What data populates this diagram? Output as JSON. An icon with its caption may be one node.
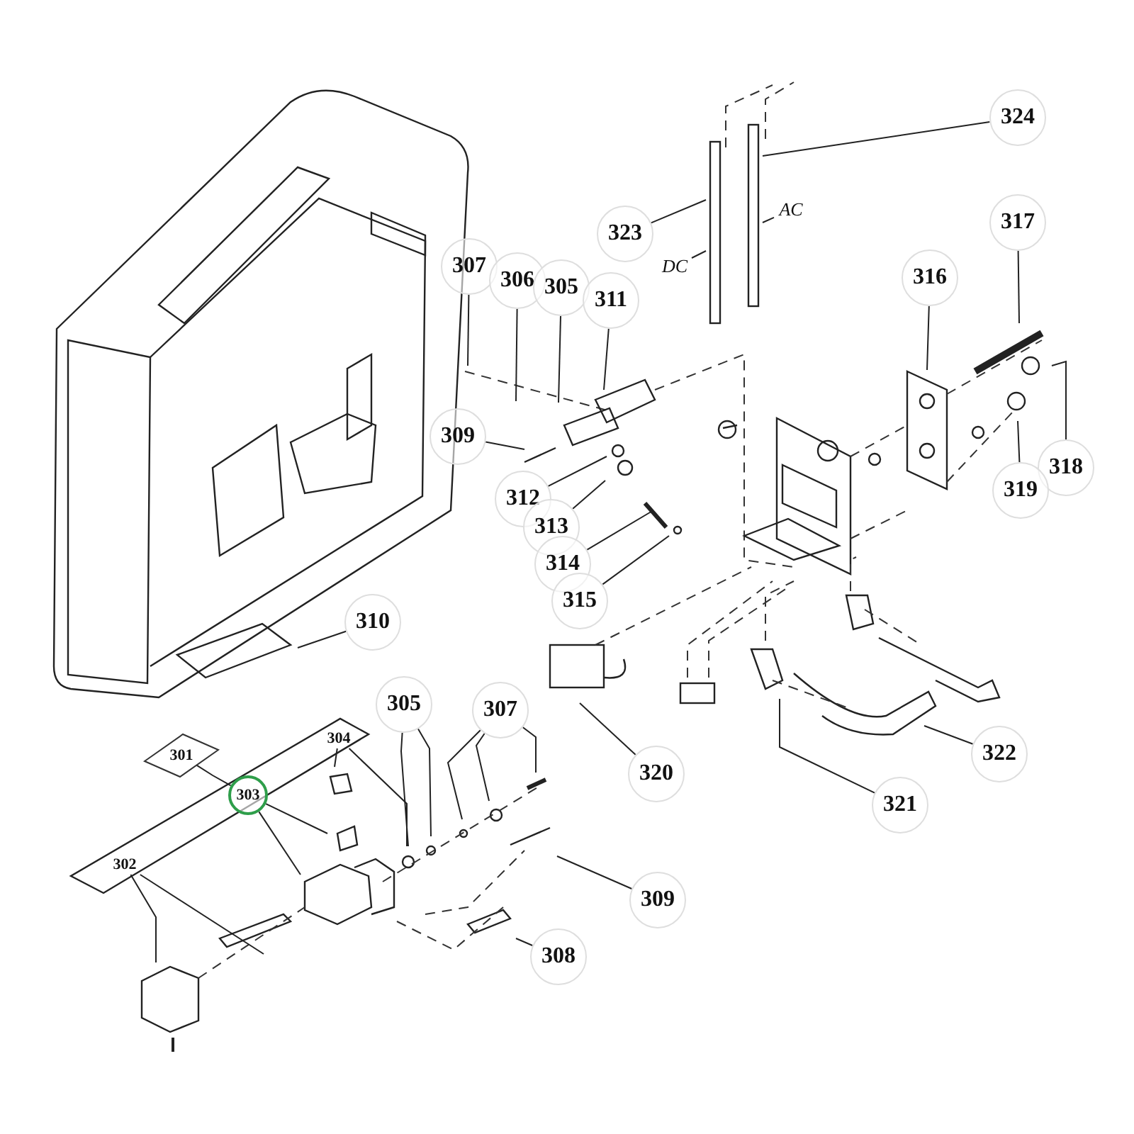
{
  "diagram": {
    "nodes": [
      {
        "text": [
          "324"
        ]
      },
      {
        "text": [
          "323"
        ]
      },
      {
        "text": [
          "DC"
        ]
      },
      {
        "text": [
          "AC"
        ]
      },
      {
        "text": [
          "317"
        ]
      },
      {
        "text": [
          "307"
        ]
      },
      {
        "text": [
          "306"
        ]
      },
      {
        "text": [
          "305"
        ]
      },
      {
        "text": [
          "311"
        ]
      },
      {
        "text": [
          "316"
        ]
      },
      {
        "text": [
          "309"
        ]
      },
      {
        "text": [
          "312"
        ]
      },
      {
        "text": [
          "318"
        ]
      },
      {
        "text": [
          "319"
        ]
      },
      {
        "text": [
          "313"
        ]
      },
      {
        "text": [
          "314"
        ]
      },
      {
        "text": [
          "315"
        ]
      },
      {
        "text": [
          "310"
        ]
      },
      {
        "text": [
          "305"
        ]
      },
      {
        "text": [
          "307"
        ]
      },
      {
        "text": [
          "301"
        ]
      },
      {
        "text": [
          "304"
        ]
      },
      {
        "text": [
          "303"
        ]
      },
      {
        "text": [
          "320"
        ]
      },
      {
        "text": [
          "322"
        ]
      },
      {
        "text": [
          "302"
        ]
      },
      {
        "text": [
          "321"
        ]
      },
      {
        "text": [
          "309"
        ]
      },
      {
        "text": [
          "308"
        ]
      }
    ],
    "edges": [
      {
        "from": 0,
        "to": null,
        "arrow": "none"
      },
      {
        "from": 1,
        "to": null,
        "arrow": "none"
      },
      {
        "from": 2,
        "to": null,
        "arrow": "none"
      },
      {
        "from": 3,
        "to": null,
        "arrow": "none"
      },
      {
        "from": 4,
        "to": null,
        "arrow": "none"
      },
      {
        "from": 5,
        "to": null,
        "arrow": "none"
      },
      {
        "from": 6,
        "to": null,
        "arrow": "none"
      },
      {
        "from": 7,
        "to": null,
        "arrow": "none"
      },
      {
        "from": 8,
        "to": null,
        "arrow": "none"
      },
      {
        "from": 9,
        "to": null,
        "arrow": "none"
      },
      {
        "from": 10,
        "to": null,
        "arrow": "none"
      },
      {
        "from": 11,
        "to": null,
        "arrow": "none"
      },
      {
        "from": 12,
        "to": null,
        "arrow": "none"
      },
      {
        "from": 13,
        "to": null,
        "arrow": "none"
      },
      {
        "from": 14,
        "to": null,
        "arrow": "none"
      },
      {
        "from": 15,
        "to": null,
        "arrow": "none"
      },
      {
        "from": 16,
        "to": null,
        "arrow": "none"
      },
      {
        "from": 17,
        "to": null,
        "arrow": "none"
      },
      {
        "from": 18,
        "to": null,
        "arrow": "none"
      },
      {
        "from": 18,
        "to": null,
        "arrow": "none"
      },
      {
        "from": 19,
        "to": null,
        "arrow": "none"
      },
      {
        "from": 19,
        "to": null,
        "arrow": "none"
      },
      {
        "from": 19,
        "to": null,
        "arrow": "none"
      },
      {
        "from": 20,
        "to": 22,
        "arrow": "none"
      },
      {
        "from": 21,
        "to": null,
        "arrow": "none"
      },
      {
        "from": 21,
        "to": null,
        "arrow": "none"
      },
      {
        "from": 22,
        "to": null,
        "arrow": "none"
      },
      {
        "from": 22,
        "to": null,
        "arrow": "none"
      },
      {
        "from": 23,
        "to": null,
        "arrow": "none"
      },
      {
        "from": 24,
        "to": null,
        "arrow": "none"
      },
      {
        "from": 25,
        "to": null,
        "arrow": "none"
      },
      {
        "from": 25,
        "to": null,
        "arrow": "none"
      },
      {
        "from": 26,
        "to": null,
        "arrow": "none"
      },
      {
        "from": 27,
        "to": null,
        "arrow": "none"
      },
      {
        "from": 28,
        "to": null,
        "arrow": "none"
      }
    ]
  }
}
